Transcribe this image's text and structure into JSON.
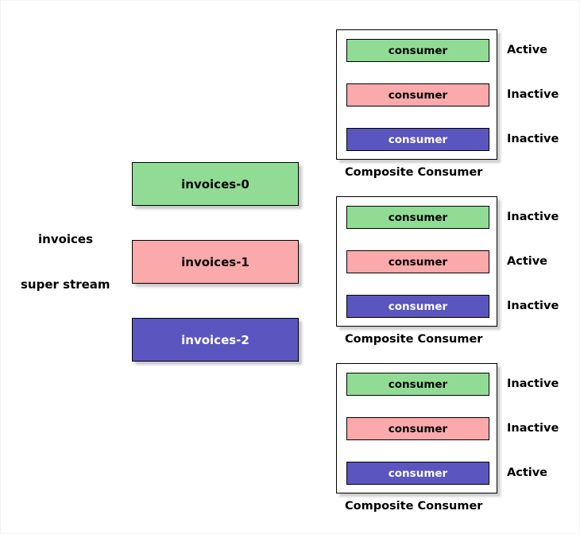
{
  "colors": {
    "green": "#90DC95",
    "pink": "#FCA9AC",
    "blue": "#5B55C0",
    "stroke": "#000000",
    "text_dark": "#000000",
    "text_light": "#FFFFFF",
    "background": "#FFFFFF"
  },
  "stream": {
    "name": "invoices",
    "kind": "super stream",
    "partitions": [
      {
        "label": "invoices-0",
        "color": "#90DC95",
        "text_color": "#000000"
      },
      {
        "label": "invoices-1",
        "color": "#FCA9AC",
        "text_color": "#000000"
      },
      {
        "label": "invoices-2",
        "color": "#5B55C0",
        "text_color": "#FFFFFF"
      }
    ]
  },
  "composite_consumers": [
    {
      "caption": "Composite Consumer",
      "consumers": [
        {
          "label": "consumer",
          "color": "#90DC95",
          "text_color": "#000000",
          "status": "Active"
        },
        {
          "label": "consumer",
          "color": "#FCA9AC",
          "text_color": "#000000",
          "status": "Inactive"
        },
        {
          "label": "consumer",
          "color": "#5B55C0",
          "text_color": "#FFFFFF",
          "status": "Inactive"
        }
      ]
    },
    {
      "caption": "Composite Consumer",
      "consumers": [
        {
          "label": "consumer",
          "color": "#90DC95",
          "text_color": "#000000",
          "status": "Inactive"
        },
        {
          "label": "consumer",
          "color": "#FCA9AC",
          "text_color": "#000000",
          "status": "Active"
        },
        {
          "label": "consumer",
          "color": "#5B55C0",
          "text_color": "#FFFFFF",
          "status": "Inactive"
        }
      ]
    },
    {
      "caption": "Composite Consumer",
      "consumers": [
        {
          "label": "consumer",
          "color": "#90DC95",
          "text_color": "#000000",
          "status": "Inactive"
        },
        {
          "label": "consumer",
          "color": "#FCA9AC",
          "text_color": "#000000",
          "status": "Inactive"
        },
        {
          "label": "consumer",
          "color": "#5B55C0",
          "text_color": "#FFFFFF",
          "status": "Active"
        }
      ]
    }
  ]
}
